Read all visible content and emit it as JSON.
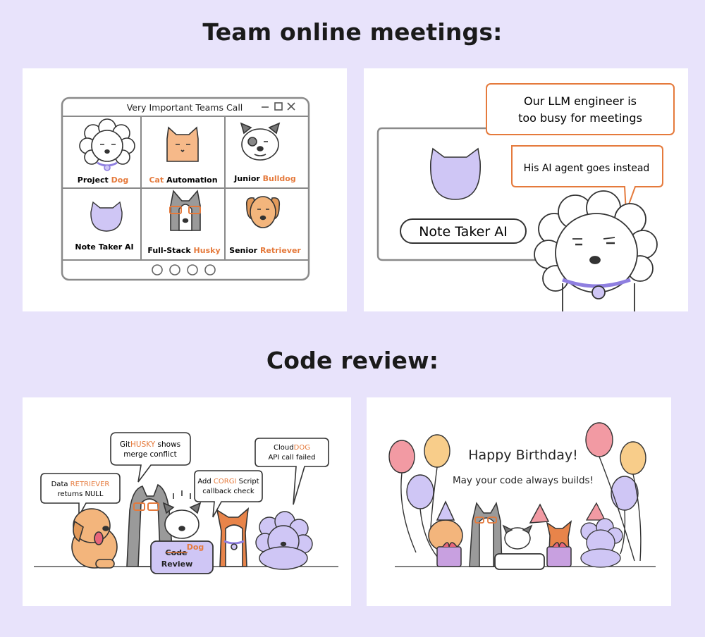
{
  "headings": {
    "meetings": "Team online meetings:",
    "review": "Code review:"
  },
  "call_window": {
    "title": "Very Important Teams Call",
    "tiles": [
      {
        "prefix": "Project ",
        "accent": "Dog",
        "suffix": ""
      },
      {
        "prefix": "",
        "accent": "Cat",
        "suffix": " Automation"
      },
      {
        "prefix": "Junior ",
        "accent": "Bulldog",
        "suffix": ""
      },
      {
        "prefix": "Note Taker AI",
        "accent": "",
        "suffix": ""
      },
      {
        "prefix": "Full-Stack ",
        "accent": "Husky",
        "suffix": ""
      },
      {
        "prefix": "Senior ",
        "accent": "Retriever",
        "suffix": ""
      }
    ]
  },
  "agent_panel": {
    "bubble_1_line_1": "Our LLM engineer is",
    "bubble_1_line_2": "too busy for meetings",
    "bubble_2": "His AI agent goes instead",
    "name_tag": "Note Taker AI"
  },
  "review_panel": {
    "retriever": {
      "line1_prefix": "Data ",
      "line1_accent": "RETRIEVER",
      "line2": "returns NULL"
    },
    "husky": {
      "line1_prefix": "Git",
      "line1_accent": "HUSKY",
      "line1_suffix": " shows",
      "line2": "merge conflict"
    },
    "corgi": {
      "line1_prefix": "Add ",
      "line1_accent": "CORGI",
      "line1_suffix": " Script",
      "line2": "callback check"
    },
    "poodle": {
      "line1_prefix": "Cloud",
      "line1_accent": "DOG",
      "line2": "API call failed"
    },
    "laptop_strike": "Code",
    "laptop_insert": "Dog",
    "laptop_line2": "Review"
  },
  "birthday_panel": {
    "title": "Happy Birthday!",
    "subtitle": "May your code always builds!"
  },
  "colors": {
    "background": "#e8e3fb",
    "accent_orange": "#e57a3c",
    "lavender": "#cfc6f5",
    "ink": "#3a3a3a"
  }
}
